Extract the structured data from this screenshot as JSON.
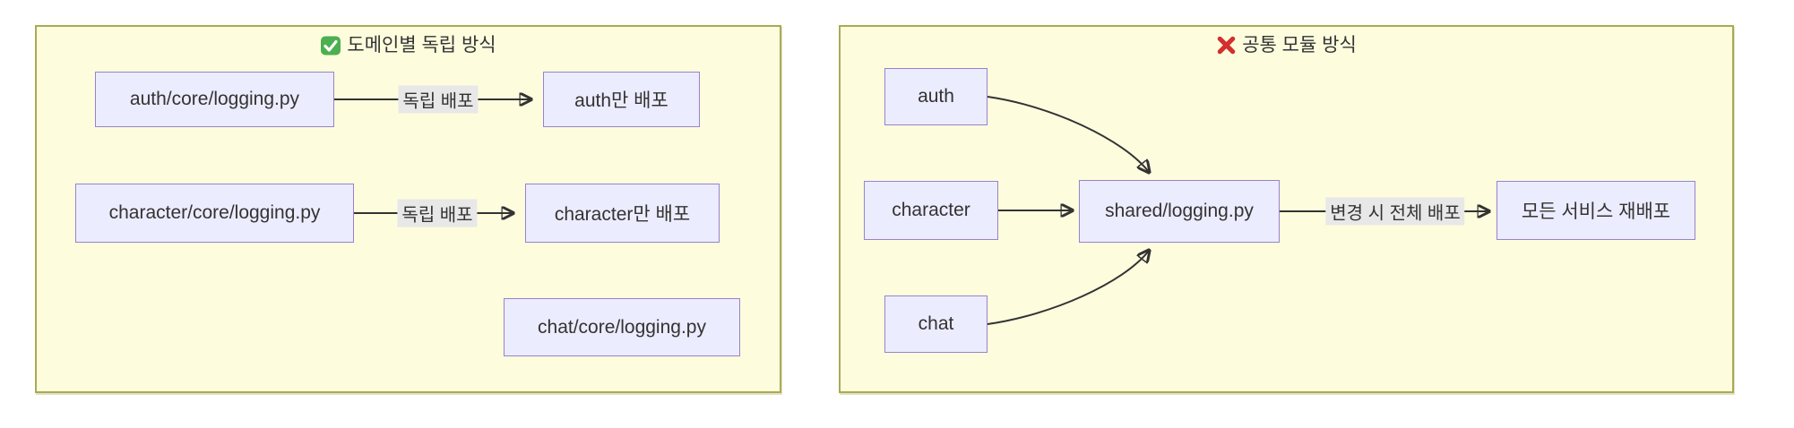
{
  "diagram": {
    "kind": "flowchart-comparison",
    "background": "#ffffff"
  },
  "colors": {
    "panel_bg": "#fdfdde",
    "panel_border": "#aaaa55",
    "node_bg": "#ececff",
    "node_border": "#9782ce",
    "edge": "#333333",
    "edge_label_bg": "#e8e8e8",
    "text": "#333333",
    "check_icon_green": "#4caf50",
    "cross_icon_red": "#d32f2f"
  },
  "panels": [
    {
      "title": "도메인별 독립 방식",
      "title_icon": "check-icon",
      "nodes": [
        {
          "id": "auth_src",
          "label": "auth/core/logging.py"
        },
        {
          "id": "auth_dst",
          "label": "auth만 배포"
        },
        {
          "id": "char_src",
          "label": "character/core/logging.py"
        },
        {
          "id": "char_dst",
          "label": "character만 배포"
        },
        {
          "id": "chat_src",
          "label": "chat/core/logging.py"
        }
      ],
      "edges": [
        {
          "from": "auth_src",
          "to": "auth_dst",
          "label": "독립 배포"
        },
        {
          "from": "char_src",
          "to": "char_dst",
          "label": "독립 배포"
        }
      ]
    },
    {
      "title": "공통 모듈 방식",
      "title_icon": "cross-icon",
      "nodes": [
        {
          "id": "auth",
          "label": "auth"
        },
        {
          "id": "character",
          "label": "character"
        },
        {
          "id": "chat",
          "label": "chat"
        },
        {
          "id": "shared",
          "label": "shared/logging.py"
        },
        {
          "id": "redeploy",
          "label": "모든 서비스 재배포"
        }
      ],
      "edges": [
        {
          "from": "auth",
          "to": "shared",
          "label": ""
        },
        {
          "from": "character",
          "to": "shared",
          "label": ""
        },
        {
          "from": "chat",
          "to": "shared",
          "label": ""
        },
        {
          "from": "shared",
          "to": "redeploy",
          "label": "변경 시 전체 배포"
        }
      ]
    }
  ]
}
